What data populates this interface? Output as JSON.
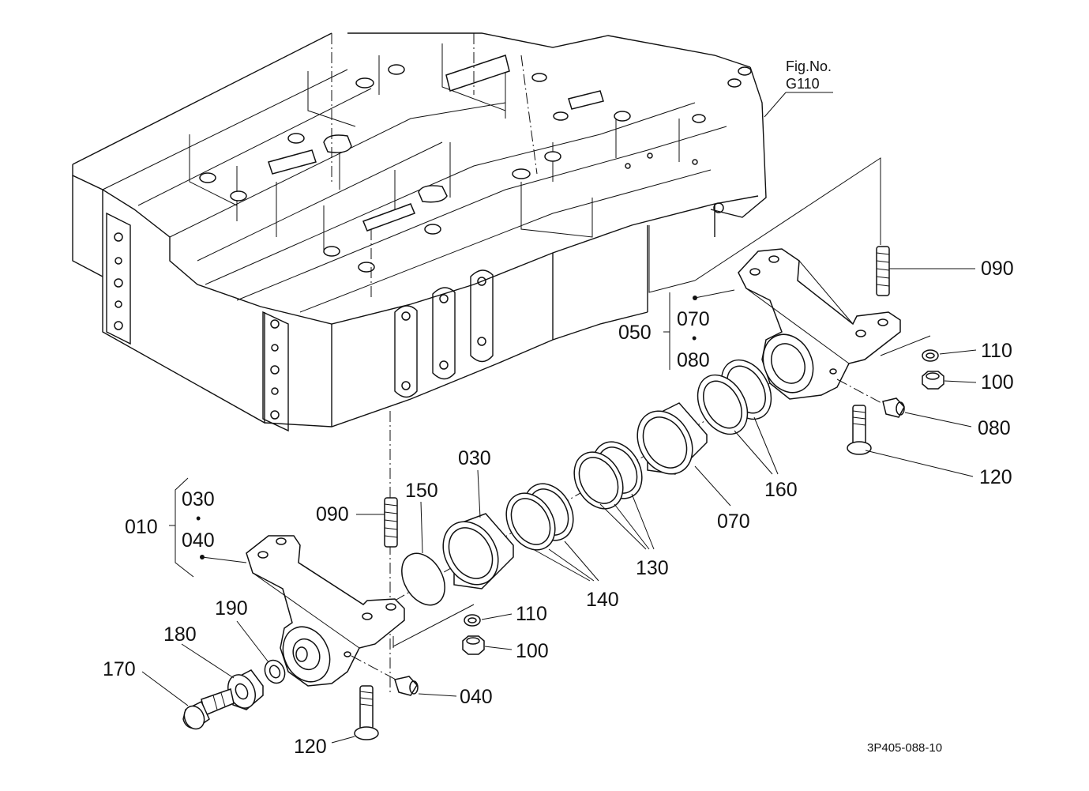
{
  "figure": {
    "label": "Fig.No.",
    "number": "G110",
    "drawing_code": "3P405-088-10"
  },
  "callouts": {
    "c090_top": "090",
    "c110_top": "110",
    "c100_top": "100",
    "c080_right": "080",
    "c120_right": "120",
    "c160": "160",
    "c070_bottom": "070",
    "c130": "130",
    "c140": "140",
    "c030_mid": "030",
    "c150": "150",
    "c090_left": "090",
    "c110_bottom": "110",
    "c100_bottom": "100",
    "c040_right": "040",
    "c120_bottom": "120",
    "c170": "170",
    "c180": "180",
    "c190": "190"
  },
  "group_050": {
    "parent": "050",
    "child1": "070",
    "dot": "•",
    "child2": "080"
  },
  "group_010": {
    "parent": "010",
    "child1": "030",
    "dot": "•",
    "child2": "040"
  }
}
